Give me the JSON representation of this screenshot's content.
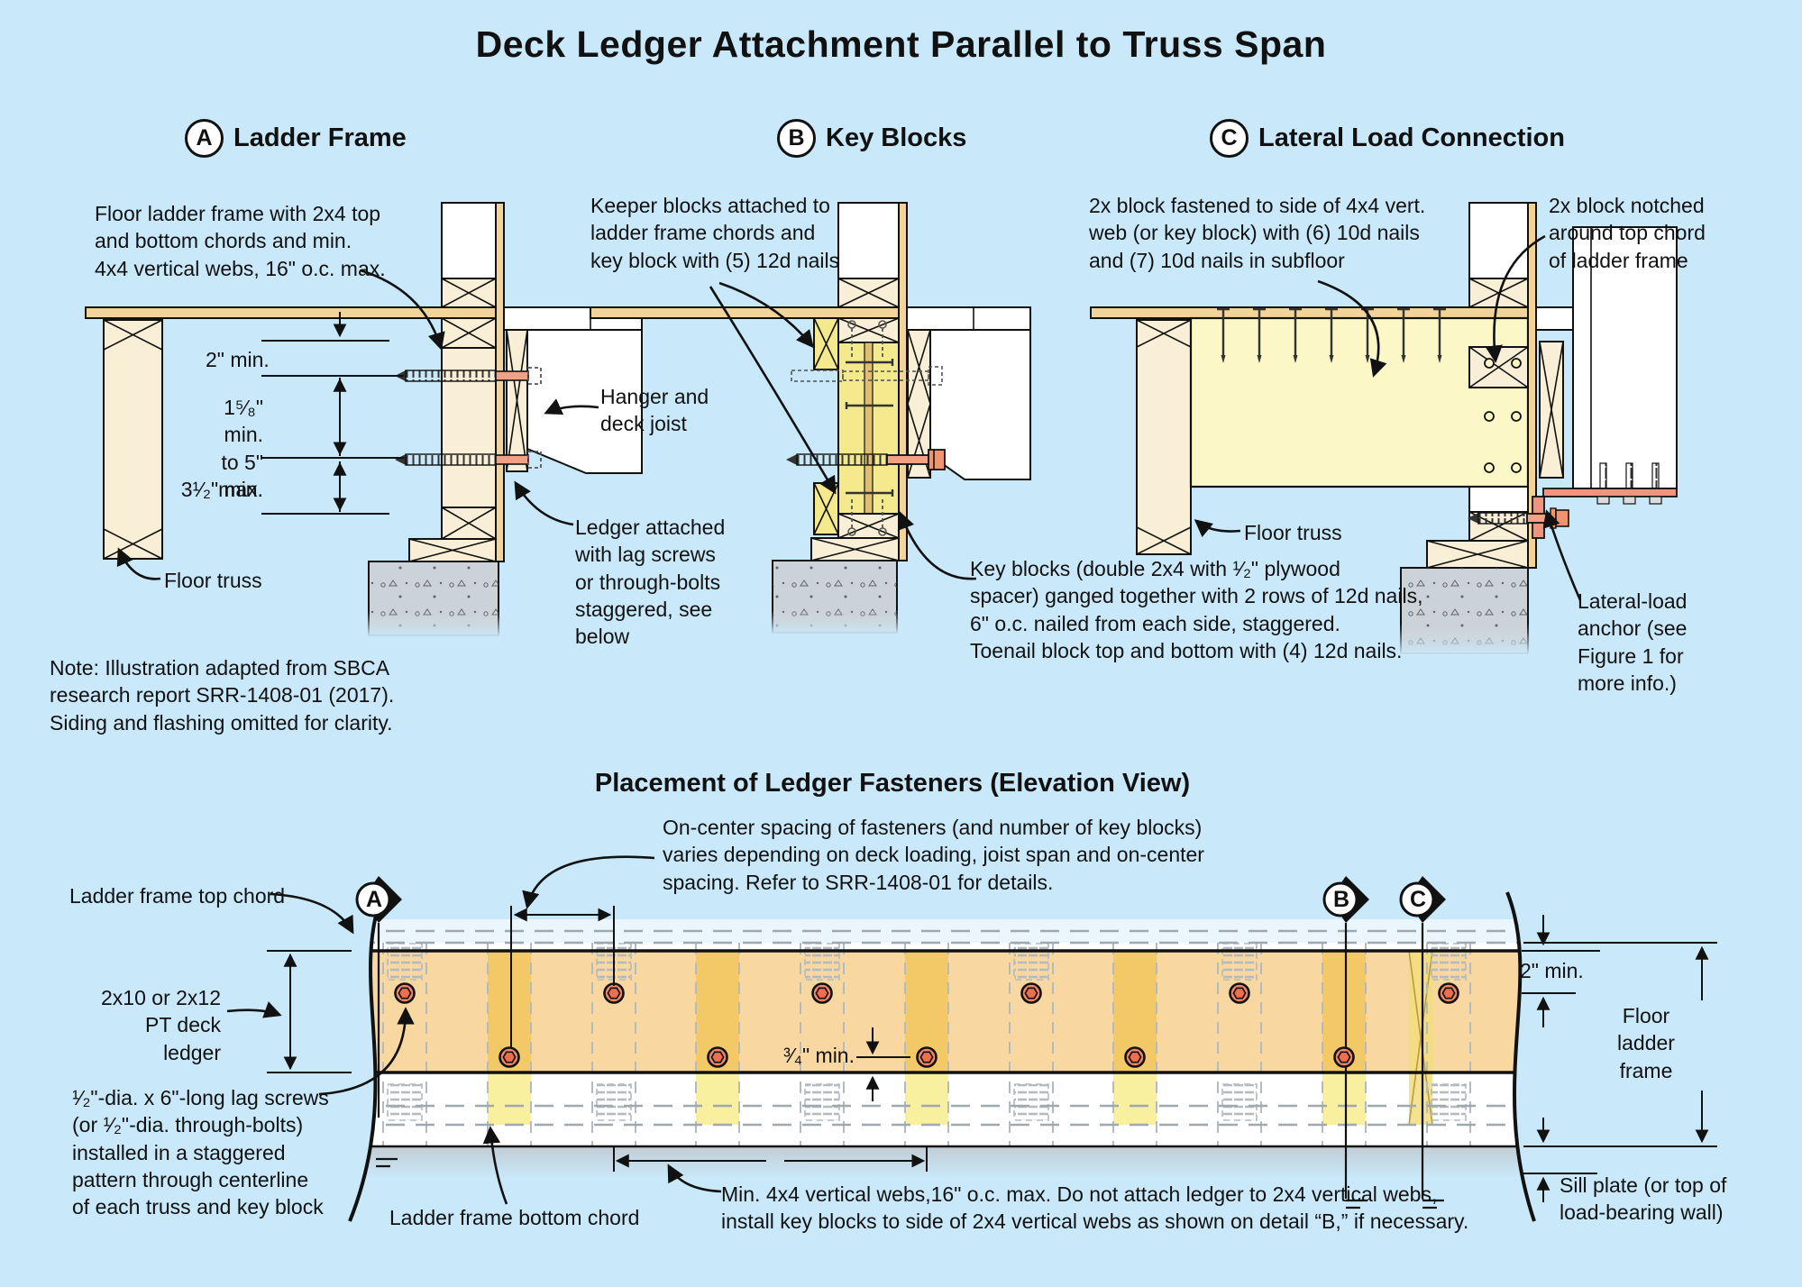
{
  "title": "Deck Ledger Attachment Parallel to Truss Span",
  "note": "Note: Illustration adapted from SBCA\nresearch report SRR-1408-01 (2017).\nSiding and flashing omitted for clarity.",
  "details": {
    "a": {
      "letter": "A",
      "title": "Ladder Frame",
      "annotations": {
        "frame": "Floor ladder frame with 2x4 top\nand bottom chords and min.\n4x4 vertical webs, 16\" o.c. max.",
        "dim_2": "2\" min.",
        "dim_158": "1⁵⁄₈\" min.\nto 5\" max.",
        "dim_312": "3¹⁄₂\" min.",
        "hanger": "Hanger and\ndeck joist",
        "ledger": "Ledger attached\nwith lag screws\nor through-bolts\nstaggered, see\nbelow",
        "floor_truss": "Floor truss"
      }
    },
    "b": {
      "letter": "B",
      "title": "Key Blocks",
      "annotations": {
        "keeper_blocks": "Keeper blocks attached to\nladder frame chords and\nkey block with (5) 12d nails",
        "key_blocks": "Key blocks (double 2x4 with ¹⁄₂\" plywood\nspacer) ganged together with 2 rows of 12d nails,\n6\" o.c. nailed from each side, staggered.\nToenail block top and bottom with (4) 12d nails."
      }
    },
    "c": {
      "letter": "C",
      "title": "Lateral Load Connection",
      "annotations": {
        "block_fastened": "2x block fastened to side of 4x4 vert.\nweb (or key block) with (6) 10d nails\nand (7) 10d nails in subfloor",
        "block_notched": "2x block notched\naround top chord\nof ladder frame",
        "floor_truss": "Floor truss",
        "lateral_anchor": "Lateral-load\nanchor (see\nFigure 1 for\nmore info.)"
      }
    }
  },
  "elevation": {
    "title": "Placement of Ledger Fasteners (Elevation View)",
    "markers": [
      "A",
      "B",
      "C"
    ],
    "annotations": {
      "spacing": "On-center spacing of fasteners (and number of key blocks)\nvaries depending on deck loading, joist span and on-center\nspacing. Refer to SRR-1408-01 for details.",
      "top_chord": "Ladder frame top chord",
      "ledger": "2x10 or 2x12\nPT deck ledger",
      "lag_screws": "¹⁄₂\"-dia. x 6\"-long lag screws\n(or ¹⁄₂\"-dia. through-bolts)\ninstalled in a staggered\npattern through centerline\nof each truss and key block",
      "bottom_chord": "Ladder frame bottom chord",
      "webs": "Min. 4x4 vertical webs,16\" o.c. max. Do not attach ledger to 2x4 vertical webs,\ninstall key blocks to side of 2x4 vertical webs as shown on detail “B,” if necessary.",
      "dim_2": "2\" min.",
      "dim_34": "³⁄₄\" min.",
      "frame": "Floor\nladder\nframe",
      "sill": "Sill plate (or top of\nload-bearing wall)"
    }
  },
  "colors": {
    "background": "#c9e9fb",
    "wood_light": "#f9efd6",
    "wood_tan": "#f2d49a",
    "key_block_yellow": "#f4e98c",
    "big_block_pale_yellow": "#fbf7c6",
    "ledger_elevation_tan": "#f8d8a0",
    "key_band_dark": "#f3c968",
    "key_band_light": "#f8ef9f",
    "fastener_orange": "#ef8465",
    "screw_salmon": "#f2a184",
    "concrete_gray": "#ccd3d8"
  }
}
